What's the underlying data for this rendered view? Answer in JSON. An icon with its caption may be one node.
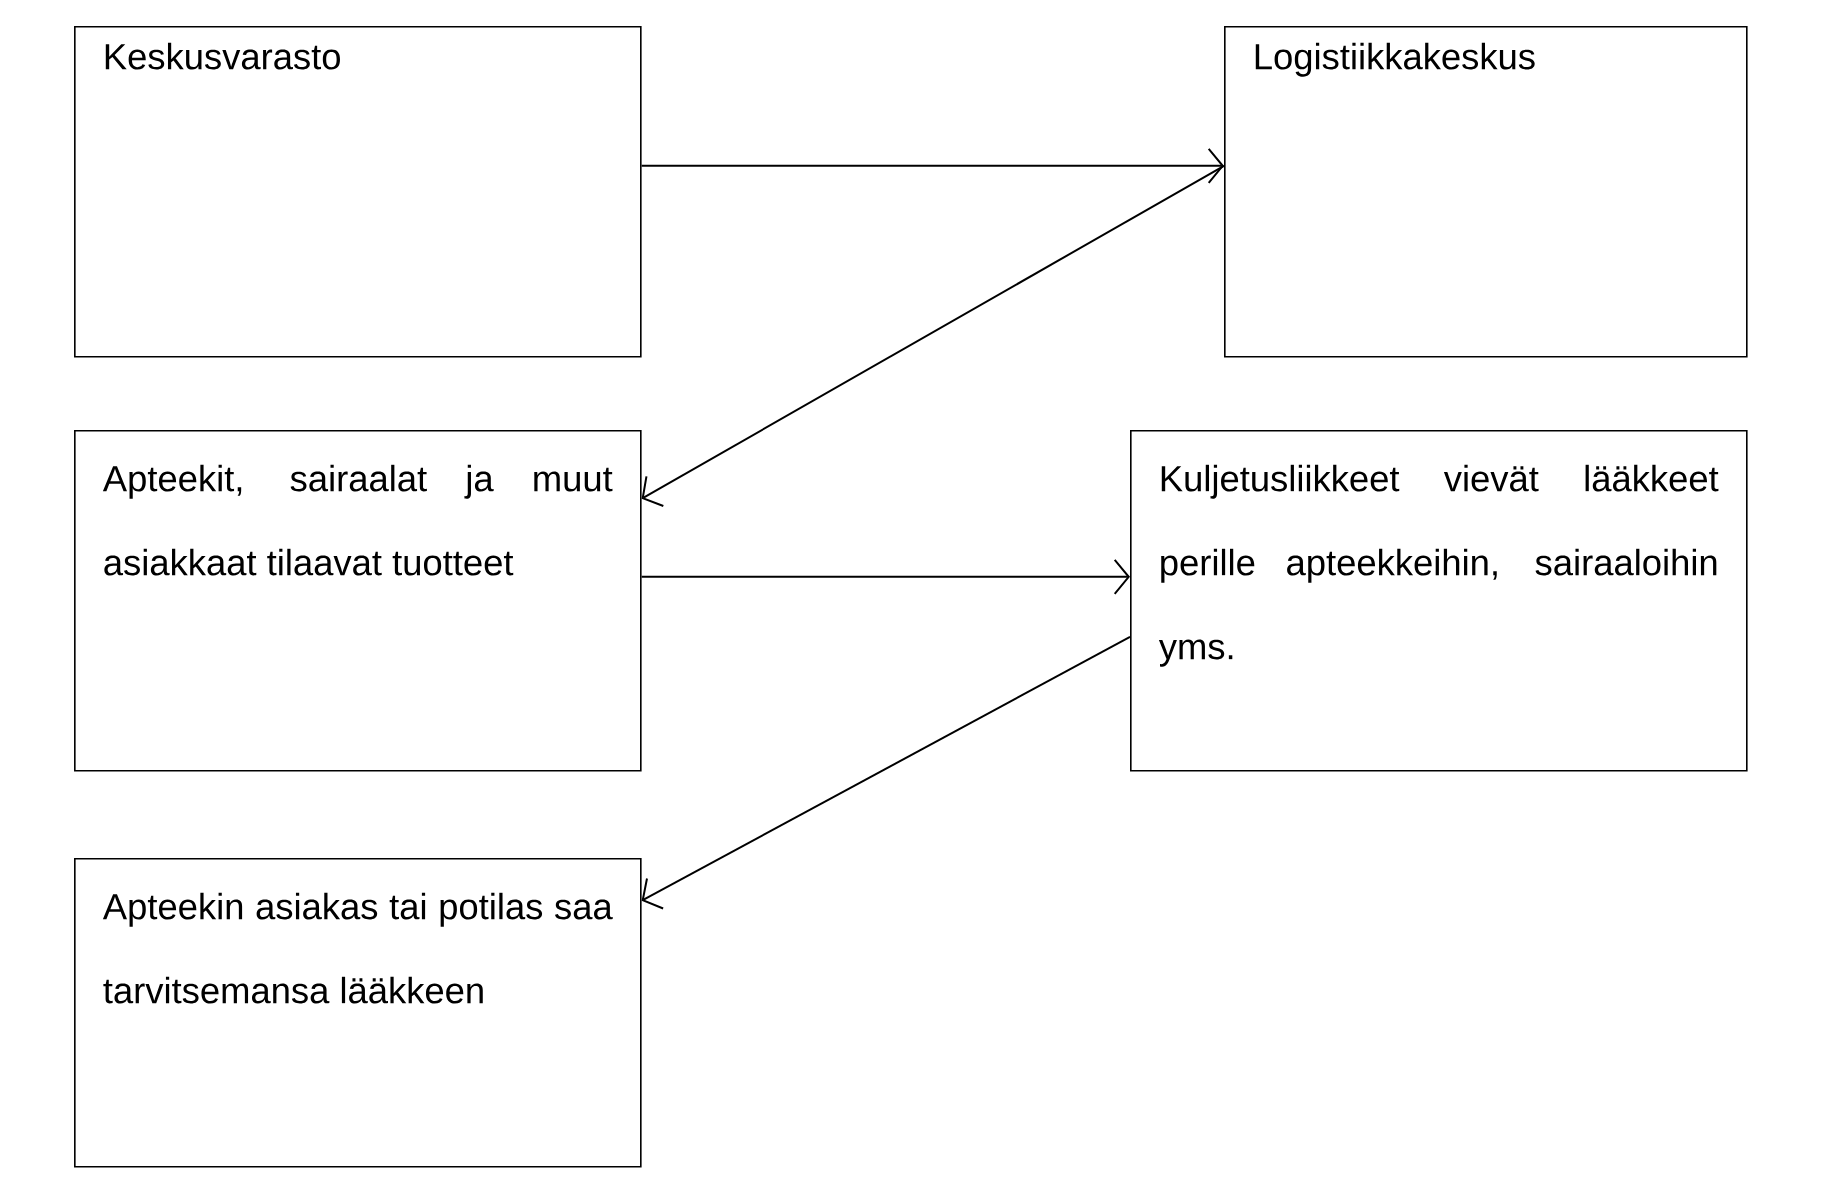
{
  "diagram": {
    "nodes": [
      {
        "text": [
          "Keskusvarasto"
        ]
      },
      {
        "text": [
          "Logistiikkakeskus"
        ]
      },
      {
        "text": [
          "Apteekit, sairaalat ja muut asiakkaat tilaavat tuotteet"
        ]
      },
      {
        "text": [
          "Kuljetusliikkeet vievät lääkkeet perille apteekkeihin, sairaaloihin yms."
        ]
      },
      {
        "text": [
          "Apteekin asiakas tai potilas saa tarvitsemansa lääkkeen"
        ]
      }
    ],
    "edges": [
      {
        "from": 0,
        "to": 1,
        "arrow": "to"
      },
      {
        "from": 1,
        "to": 2,
        "arrow": "to"
      },
      {
        "from": 2,
        "to": 3,
        "arrow": "to"
      },
      {
        "from": 3,
        "to": 4,
        "arrow": "to"
      }
    ]
  }
}
